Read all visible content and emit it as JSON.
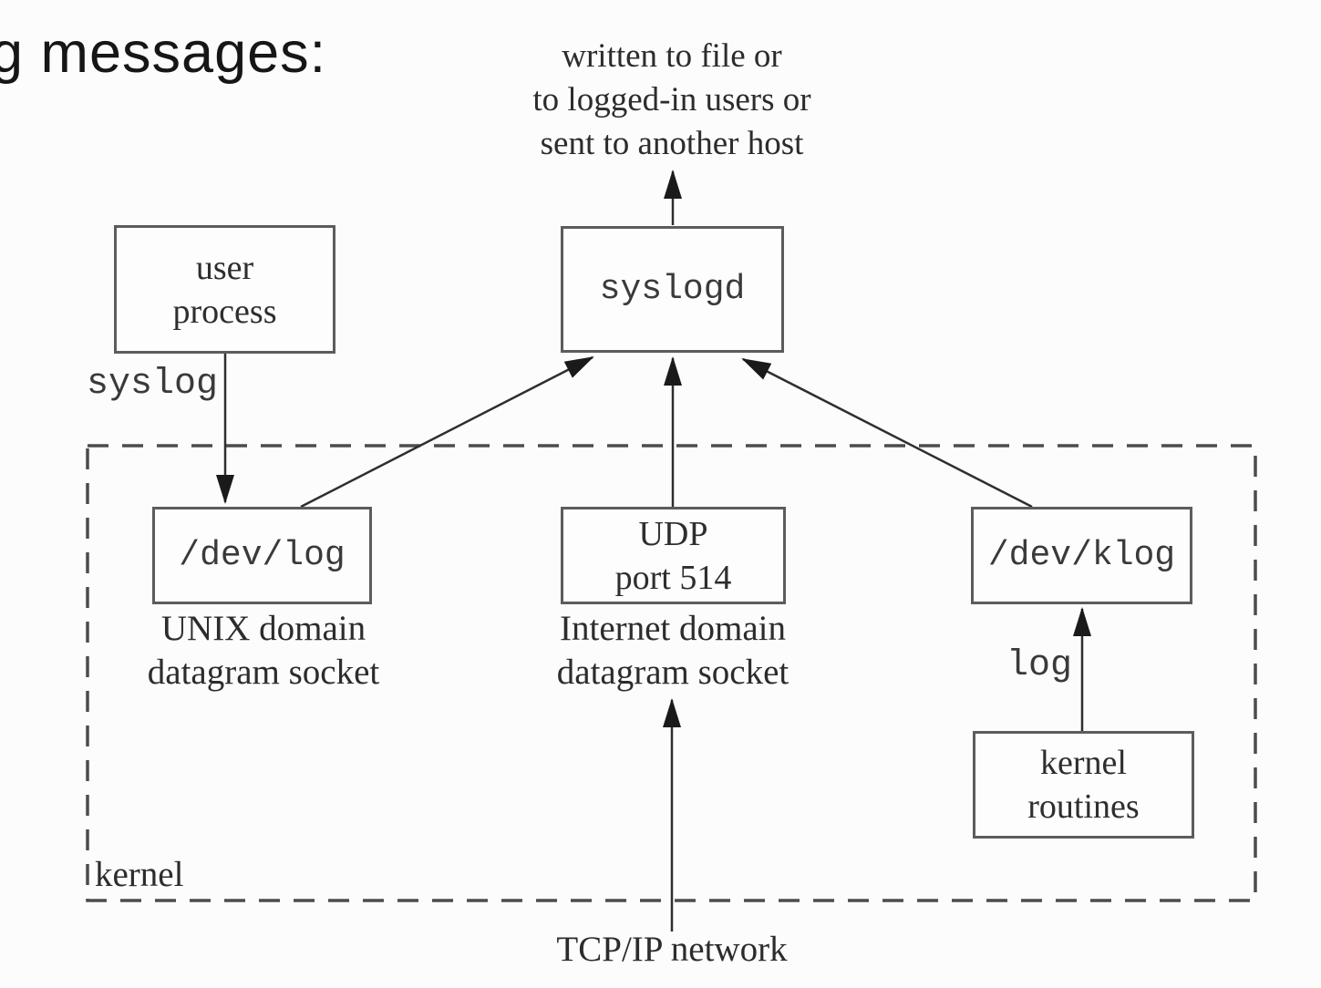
{
  "heading": "g messages:",
  "diagram": {
    "output_note": "written to file or\nto logged-in users or\nsent to another host",
    "nodes": {
      "user_process": "user\nprocess",
      "syslogd": "syslogd",
      "dev_log": "/dev/log",
      "udp": "UDP\nport 514",
      "dev_klog": "/dev/klog",
      "kernel_routines": "kernel\nroutines"
    },
    "labels": {
      "syslog_call": "syslog",
      "log_call": "log",
      "unix_socket": "UNIX domain\ndatagram socket",
      "inet_socket": "Internet domain\ndatagram socket",
      "kernel_boundary": "kernel",
      "tcpip_network": "TCP/IP network"
    },
    "colors": {
      "box_border": "#5c5c5c",
      "arrow_line": "#2e2e2e",
      "arrow_head": "#1a1a1a",
      "dashed_boundary": "#4c4c4c",
      "text": "#2c2c2c",
      "background": "#fcfcfc"
    }
  }
}
